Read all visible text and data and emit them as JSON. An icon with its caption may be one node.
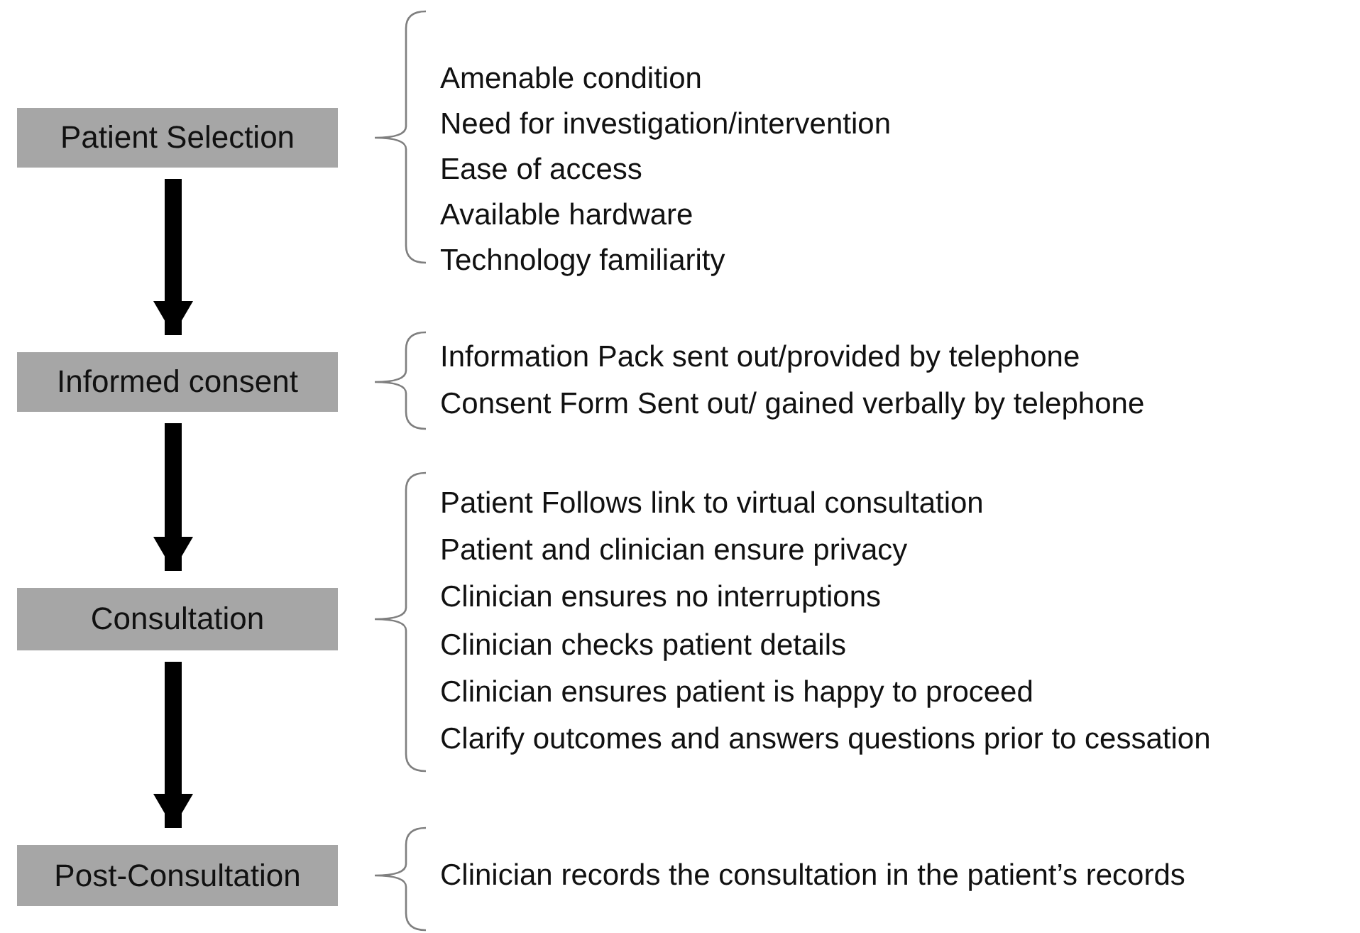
{
  "diagram": {
    "nodes": [
      {
        "text": [
          "Patient Selection"
        ],
        "beside": [
          "Amenable condition",
          "Need for investigation/intervention",
          "Ease of access",
          "Available hardware",
          "Technology familiarity"
        ]
      },
      {
        "text": [
          "Informed consent"
        ],
        "beside": [
          "Information Pack sent out/provided by telephone",
          "Consent Form Sent out/ gained verbally by telephone"
        ]
      },
      {
        "text": [
          "Consultation"
        ],
        "beside": [
          "Patient Follows link to virtual consultation",
          "Patient and clinician ensure privacy",
          "Clinician ensures no interruptions",
          "Clinician checks patient details",
          "Clinician ensures patient is happy to proceed",
          "Clarify outcomes and answers questions prior to cessation"
        ]
      },
      {
        "text": [
          "Post-Consultation"
        ],
        "beside": [
          "Clinician records the consultation in the patient’s records"
        ]
      }
    ],
    "edges": [
      {
        "from": 0,
        "to": 1,
        "arrow": "to"
      },
      {
        "from": 1,
        "to": 2,
        "arrow": "to"
      },
      {
        "from": 2,
        "to": 3,
        "arrow": "to"
      }
    ]
  }
}
